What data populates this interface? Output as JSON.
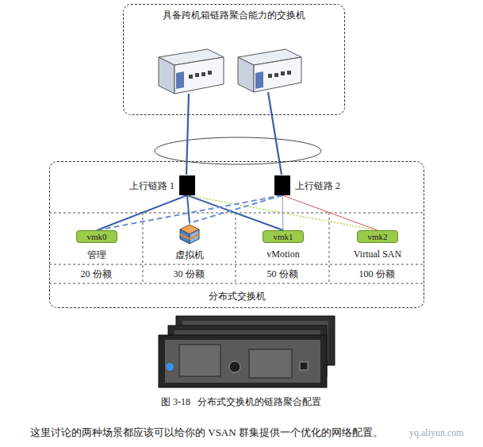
{
  "diagram": {
    "caption": "图 3-18   分布式交换机的链路聚合配置",
    "nodes": [
      {
        "text": [
          "具备跨机箱链路聚合能力的交换机"
        ]
      },
      {
        "text": [
          "分布式交换机"
        ]
      },
      {
        "text": [
          "上行链路 1"
        ],
        "in": 1
      },
      {
        "text": [
          "上行链路 2"
        ],
        "in": 1
      },
      {
        "text": [
          "vmk0",
          "管理"
        ],
        "in": 1
      },
      {
        "text": [
          "虚拟机"
        ],
        "in": 1
      },
      {
        "text": [
          "vmk1",
          "vMotion"
        ],
        "in": 1
      },
      {
        "text": [
          "vmk2",
          "Virtual SAN"
        ],
        "in": 1
      }
    ],
    "edges": [
      {
        "from": 2,
        "to": 4,
        "arrow": "none"
      },
      {
        "from": 2,
        "to": 5,
        "arrow": "none"
      },
      {
        "from": 2,
        "to": 6,
        "arrow": "none"
      },
      {
        "from": 2,
        "to": 7,
        "arrow": "none"
      },
      {
        "from": 3,
        "to": 4,
        "arrow": "none"
      },
      {
        "from": 3,
        "to": 5,
        "arrow": "none"
      },
      {
        "from": 3,
        "to": 6,
        "arrow": "none"
      },
      {
        "from": 3,
        "to": 7,
        "arrow": "none"
      }
    ],
    "labels": [
      "20 份额",
      "30 份额",
      "50 份额",
      "100 份额",
      "这里讨论的两种场景都应该可以给你的 VSAN 群集提供一个优化的网络配置。",
      "yq.aliyun.com"
    ]
  }
}
